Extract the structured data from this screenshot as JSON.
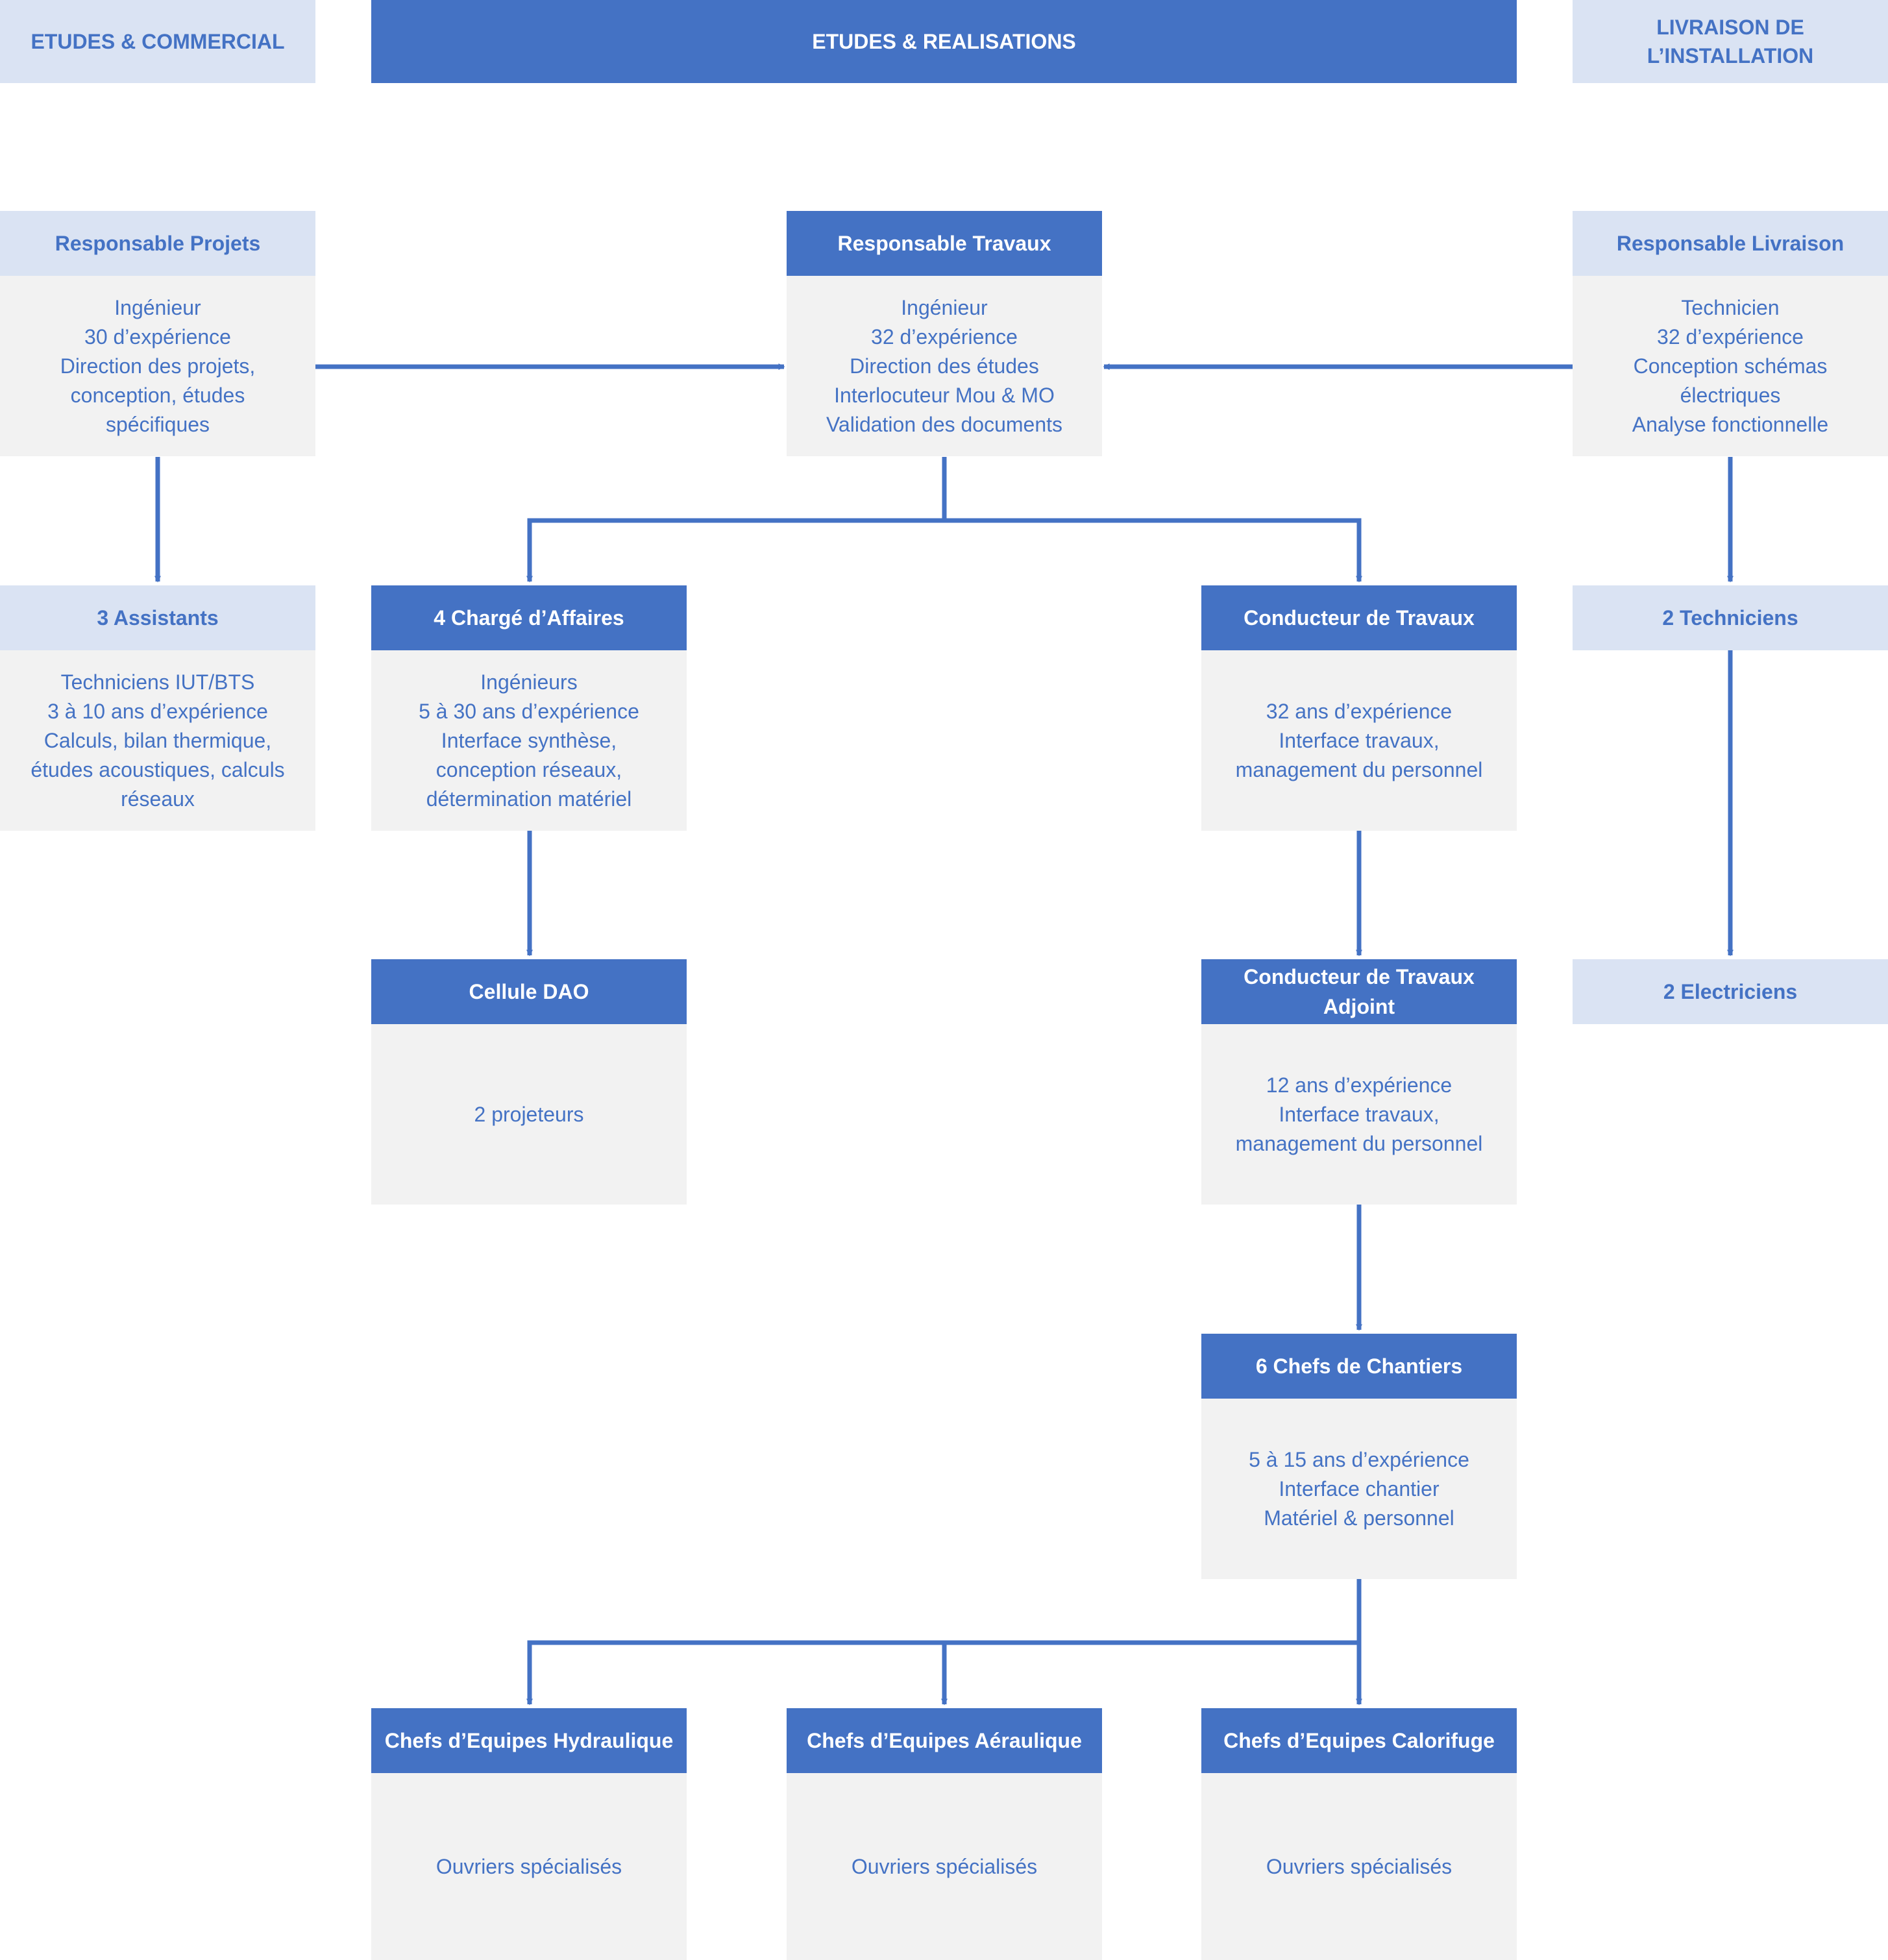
{
  "colors": {
    "accent": "#4472c4",
    "light_accent": "#dae3f3",
    "box_body": "#f2f2f2",
    "background": "#ffffff"
  },
  "columns": {
    "left": "ETUDES & COMMERCIAL",
    "center": "ETUDES & REALISATIONS",
    "right": "LIVRAISON DE\nL’INSTALLATION"
  },
  "nodes": {
    "responsable_projets": {
      "title": "Responsable Projets",
      "body": "Ingénieur\n30 d’expérience\nDirection des projets,\nconception, études\nspécifiques"
    },
    "responsable_travaux": {
      "title": "Responsable Travaux",
      "body": "Ingénieur\n32 d’expérience\nDirection des études\nInterlocuteur Mou & MO\nValidation des documents"
    },
    "responsable_livraison": {
      "title": "Responsable Livraison",
      "body": "Technicien\n32 d’expérience\nConception schémas\nélectriques\nAnalyse fonctionnelle"
    },
    "assistants": {
      "title": "3 Assistants",
      "body": "Techniciens IUT/BTS\n3 à 10 ans d’expérience\nCalculs, bilan thermique,\nétudes acoustiques, calculs\nréseaux"
    },
    "charges_affaires": {
      "title": "4 Chargé d’Affaires",
      "body": "Ingénieurs\n5 à 30 ans d’expérience\nInterface synthèse,\nconception réseaux,\ndétermination matériel"
    },
    "conducteur_travaux": {
      "title": "Conducteur de Travaux",
      "body": "32 ans d’expérience\nInterface travaux,\nmanagement du personnel"
    },
    "techniciens": {
      "title": "2 Techniciens"
    },
    "cellule_dao": {
      "title": "Cellule DAO",
      "body": "2 projeteurs"
    },
    "conducteur_adjoint": {
      "title": "Conducteur de Travaux\nAdjoint",
      "body": "12 ans d’expérience\nInterface travaux,\nmanagement du personnel"
    },
    "electriciens": {
      "title": "2 Electriciens"
    },
    "chefs_chantiers": {
      "title": "6 Chefs de Chantiers",
      "body": "5 à 15 ans d’expérience\nInterface chantier\nMatériel & personnel"
    },
    "chefs_hydraulique": {
      "title": "Chefs d’Equipes Hydraulique",
      "body": "Ouvriers spécialisés"
    },
    "chefs_aeraulique": {
      "title": "Chefs d’Equipes Aéraulique",
      "body": "Ouvriers spécialisés"
    },
    "chefs_calorifuge": {
      "title": "Chefs d’Equipes Calorifuge",
      "body": "Ouvriers spécialisés"
    }
  }
}
